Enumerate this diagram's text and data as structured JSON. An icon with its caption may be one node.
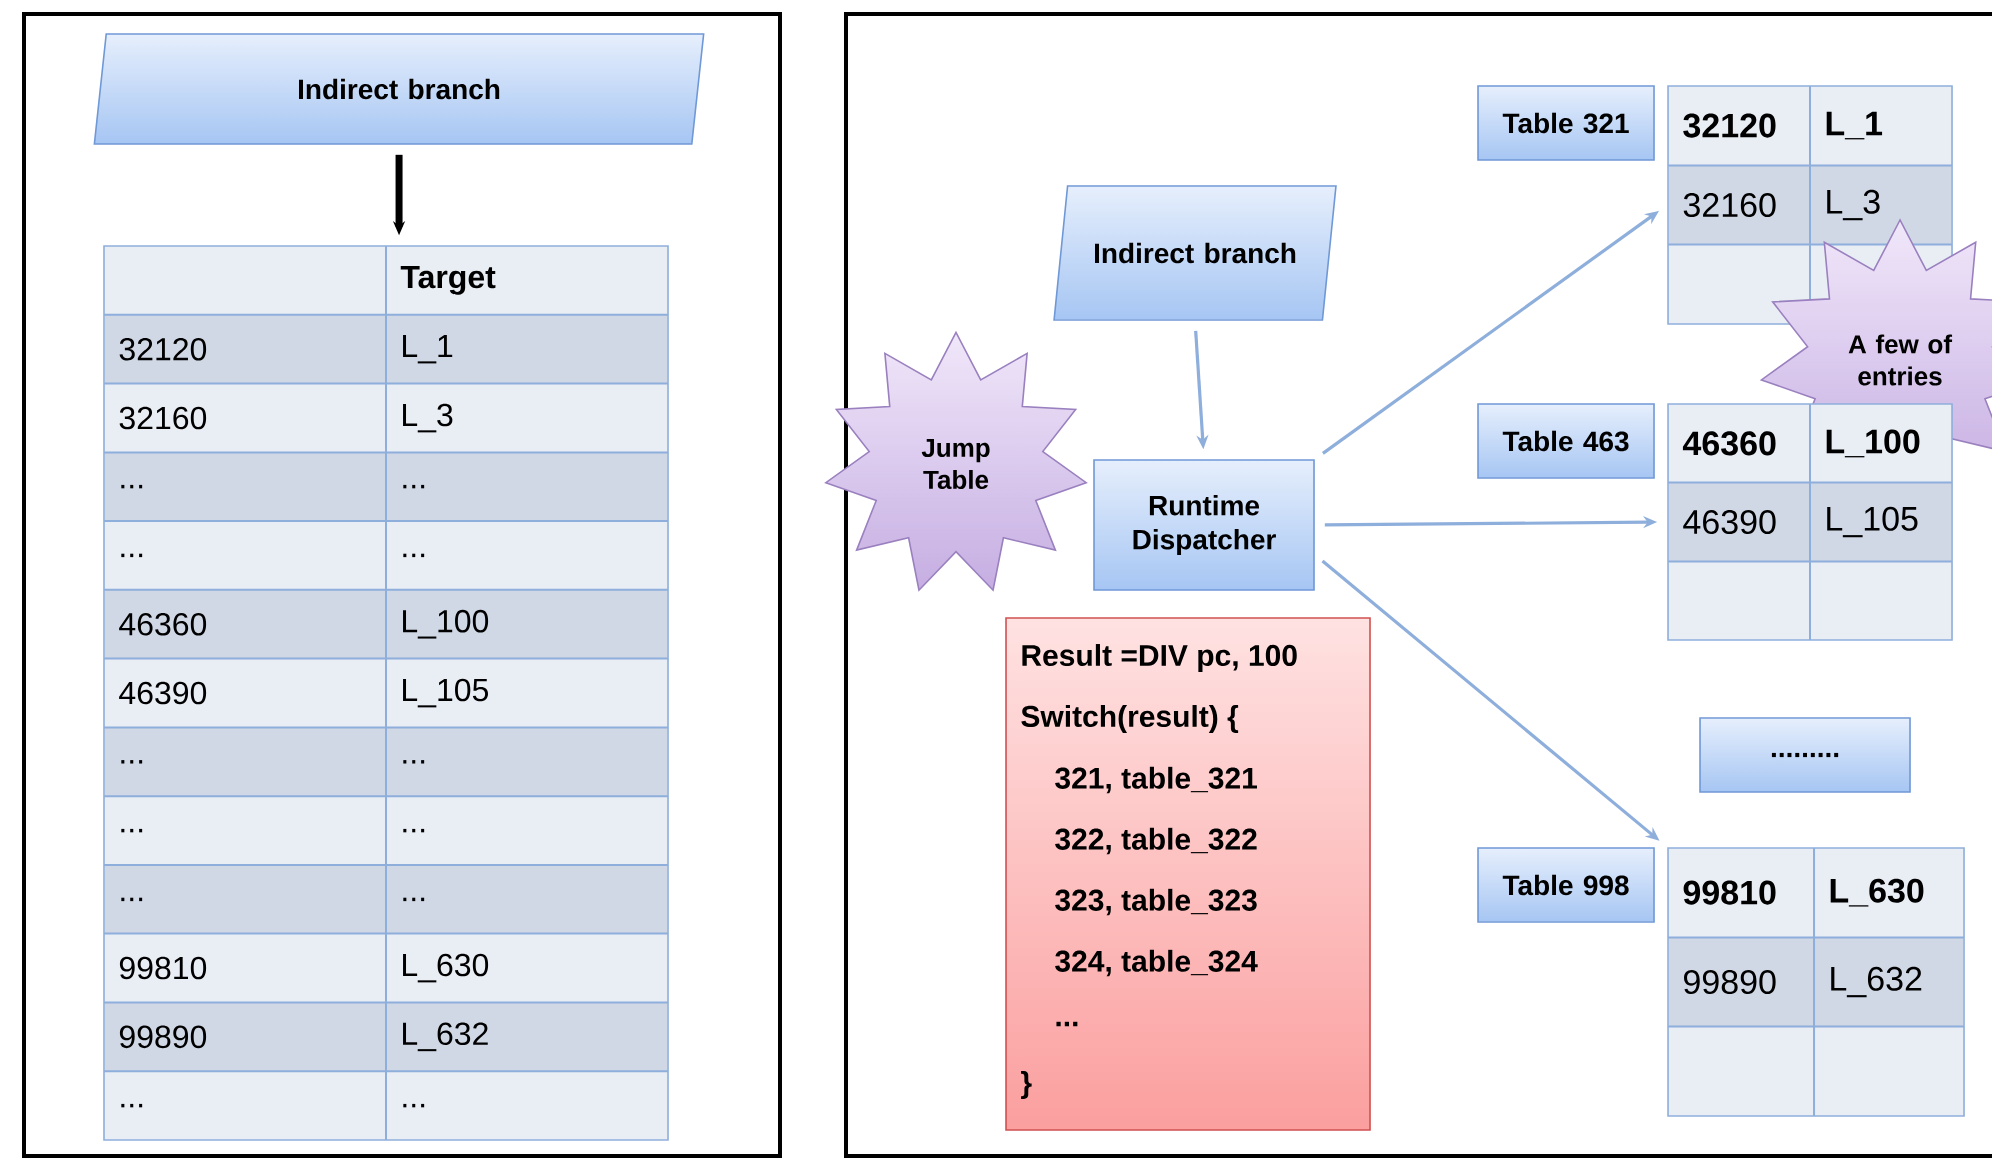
{
  "diagram": {
    "nodes": [
      {
        "text": [
          "Indirect branch"
        ]
      },
      {
        "text": [
          "Target",
          "32120",
          "L_1",
          "32160",
          "L_3",
          "...",
          "...",
          "...",
          "...",
          "46360",
          "L_100",
          "46390",
          "L_105",
          "...",
          "...",
          "...",
          "...",
          "...",
          "...",
          "99810",
          "L_630",
          "99890",
          "L_632",
          "...",
          "..."
        ]
      },
      {
        "text": [
          "Indirect branch"
        ]
      },
      {
        "text": [
          "Jump Table"
        ]
      },
      {
        "text": [
          "Runtime Dispatcher"
        ]
      },
      {
        "text": [
          "Result =DIV pc, 100",
          "Switch(result) {",
          "321, table_321",
          "322, table_322",
          "323, table_323",
          "324, table_324",
          "...",
          "}"
        ]
      },
      {
        "text": [
          "Table 321"
        ]
      },
      {
        "text": [
          "32120",
          "L_1",
          "32160",
          "L_3"
        ]
      },
      {
        "text": [
          "A few of entries"
        ]
      },
      {
        "text": [
          "Table 463"
        ]
      },
      {
        "text": [
          "46360",
          "L_100",
          "46390",
          "L_105"
        ]
      },
      {
        "text": [
          "........."
        ]
      },
      {
        "text": [
          "Table 998"
        ]
      },
      {
        "text": [
          "99810",
          "L_630",
          "99890",
          "L_632"
        ]
      }
    ],
    "edges": [
      {
        "from": 0,
        "to": 1,
        "arrow": "to",
        "style": "thick",
        "color": "#000000"
      },
      {
        "from": 2,
        "to": 4,
        "arrow": "to"
      },
      {
        "from": 4,
        "to": 7,
        "arrow": "to"
      },
      {
        "from": 4,
        "to": 10,
        "arrow": "to"
      },
      {
        "from": 4,
        "to": 13,
        "arrow": "to"
      }
    ]
  }
}
